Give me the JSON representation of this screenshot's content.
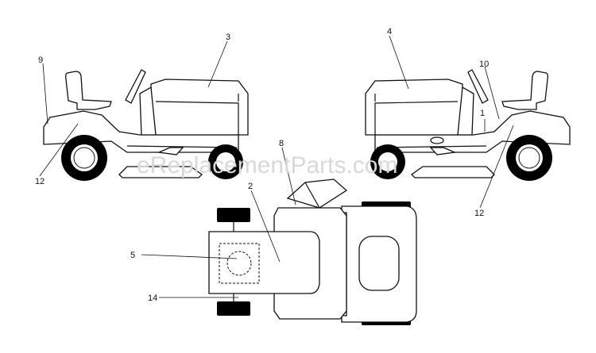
{
  "watermark": "eReplacementParts.com",
  "callouts": {
    "c1": "1",
    "c2": "2",
    "c3": "3",
    "c4": "4",
    "c5": "5",
    "c8": "8",
    "c9": "9",
    "c10": "10",
    "c12_left": "12",
    "c12_right": "12",
    "c14": "14"
  },
  "colors": {
    "line": "#111111",
    "watermark": "#d8d8d8",
    "tire_fill": "#000000"
  }
}
